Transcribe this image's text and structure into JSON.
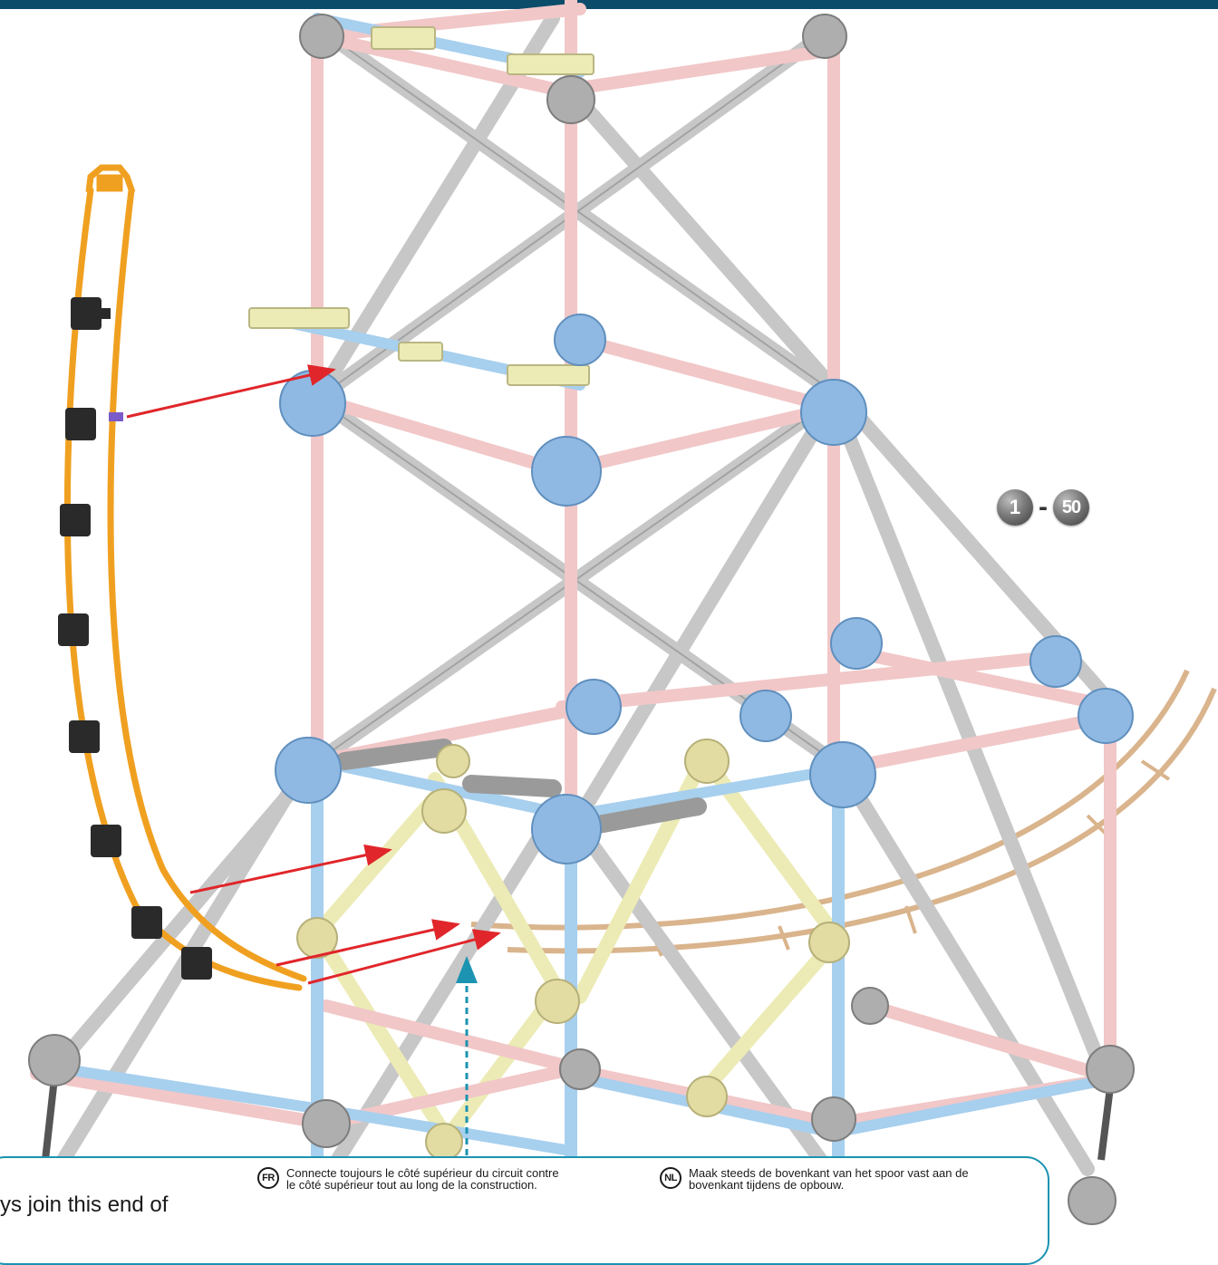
{
  "colors": {
    "header_bar": "#0c4c6b",
    "panel_border": "#1b93b1",
    "arrow": "#e0262a",
    "guide_arrow": "#1b93b1",
    "track": "#f0a020",
    "rod_pink": "#f1c7c8",
    "rod_blue": "#a7cfee",
    "rod_gray": "#c7c7c7",
    "rod_yellow": "#ecebb5",
    "connector_blue": "#8fb9e2",
    "connector_gray": "#aeaeae",
    "connector_yellow": "#e2dca3",
    "track_tan": "#d9b48c"
  },
  "step_range": {
    "start": "1",
    "separator": "-",
    "end": "50"
  },
  "instructions": {
    "en_partial": "ys join this end of",
    "fr": {
      "badge": "FR",
      "line1": "Connecte toujours le côté supérieur du circuit contre",
      "line2": "le côté supérieur tout au long de la construction."
    },
    "nl": {
      "badge": "NL",
      "line1": "Maak steeds de bovenkant van het spoor vast aan de",
      "line2": "bovenkant tijdens de opbouw."
    }
  },
  "icons": [
    "connector-hub-icon",
    "track-clip-icon",
    "assembly-arrow-icon"
  ]
}
